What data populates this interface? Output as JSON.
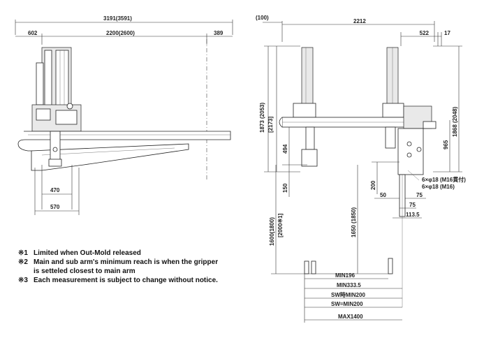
{
  "left_view": {
    "dims": {
      "overall": "3191(3591)",
      "left": "602",
      "middle": "2200(2600)",
      "right": "389",
      "w470": "470",
      "w570": "570"
    }
  },
  "right_view": {
    "dims": {
      "top_offset": "(100)",
      "width": "2212",
      "d522": "522",
      "d17": "17",
      "h1873": "1873 (2053)",
      "h2173": "[2173]",
      "h1868": "1868 (2048)",
      "h965": "965",
      "h494": "494",
      "h150": "150",
      "h200": "200",
      "d50": "50",
      "d75a": "75",
      "d75b": "75",
      "d113": "113.5",
      "h1600": "1600(1800)",
      "h2000": "[2000※1]",
      "h1650": "1650 (1850)",
      "bolt1": "6×φ18 (M16貫付)",
      "bolt2": "6×φ18 (M16)",
      "min196": "MIN196",
      "min333": "MIN333.5",
      "sw1": "SW時MIN200",
      "sw2": "SW=MIN200",
      "max1400": "MAX1400"
    }
  },
  "notes": [
    {
      "mark": "※1",
      "text": "Limited when Out-Mold released"
    },
    {
      "mark": "※2",
      "text": "Main and sub arm's minimum reach is when the gripper"
    },
    {
      "mark": "",
      "text": "is setteled closest to main arm"
    },
    {
      "mark": "※3",
      "text": "Each measurement is subject to change without notice."
    }
  ]
}
